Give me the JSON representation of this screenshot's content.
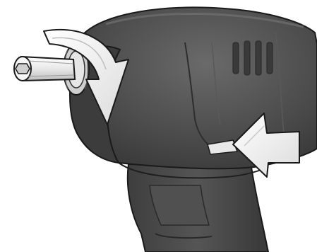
{
  "figure": {
    "subject": "impact-driver-bit-insertion",
    "colors": {
      "background": "#ffffff",
      "tool_body": "#4a4a4a",
      "tool_shadow": "#3a3a3a",
      "tool_highlight": "#666666",
      "arrow_fill": "#f2f2f2",
      "outline": "#1a1a1a"
    },
    "icons": [
      "curved-rotation-arrow",
      "push-arrow",
      "hex-bit",
      "chuck-sleeve",
      "forward-reverse-button"
    ]
  }
}
